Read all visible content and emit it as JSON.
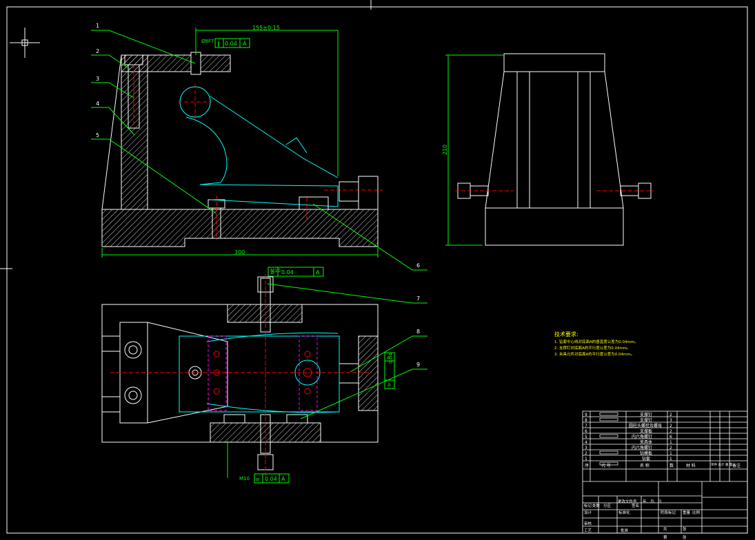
{
  "colors": {
    "background": "#000000",
    "outline": "#ffffff",
    "dimension": "#00ff00",
    "center_line": "#ff0000",
    "workpiece": "#00ffff",
    "hidden": "#ff00ff",
    "notes": "#ffff00"
  },
  "front_view": {
    "dim_length": "300",
    "dim_overall": "155±0.15",
    "fit": "Ø8F7",
    "tolerance_frame": {
      "symbol": "∥",
      "value": "0.04",
      "datum": "A"
    }
  },
  "side_view": {
    "dim_height": "210"
  },
  "top_view": {
    "thread_top": "M10",
    "thread_bottom": "M10",
    "frame_top": {
      "symbol": "⌀",
      "value": "0.04",
      "datum": "A"
    },
    "frame_bottom": {
      "symbol": "⌀",
      "value": "0.04",
      "datum": "A"
    },
    "frame_right": {
      "symbol": "⌀",
      "value": "0.04",
      "datum": "A"
    }
  },
  "balloons": [
    {
      "label": "1"
    },
    {
      "label": "2"
    },
    {
      "label": "3"
    },
    {
      "label": "4"
    },
    {
      "label": "5"
    },
    {
      "label": "6"
    },
    {
      "label": "7"
    },
    {
      "label": "8"
    },
    {
      "label": "9"
    }
  ],
  "technical_requirements": {
    "title": "技术要求:",
    "lines": [
      "1. 钻套中心线对底面A的垂直度公差为0.04mm。",
      "2. 支撑钉对底面A的平行度公差为0.04mm。",
      "3. 夹具元件对底面A的平行度公差为0.04mm。"
    ]
  },
  "bom": {
    "rows": [
      {
        "no": "9",
        "name": "支撑钉",
        "qty": "2"
      },
      {
        "no": "8",
        "name": "支撑钉",
        "qty": "3"
      },
      {
        "no": "7",
        "name": "圆柱头螺栓及螺母",
        "qty": "2"
      },
      {
        "no": "6",
        "name": "支撑板",
        "qty": "2"
      },
      {
        "no": "5",
        "name": "内六角螺钉",
        "qty": "6"
      },
      {
        "no": "4",
        "name": "夹具体",
        "qty": "1"
      },
      {
        "no": "3",
        "name": "内六角螺钉",
        "qty": "2"
      },
      {
        "no": "2",
        "name": "钻模板",
        "qty": "1"
      },
      {
        "no": "1",
        "name": "钻套",
        "qty": "1"
      }
    ],
    "header": {
      "no": "序",
      "code": "代 号",
      "name": "名 称",
      "qty": "数",
      "material": "材 料",
      "weight": "单件 总计 重 量",
      "remark": "备注"
    }
  },
  "title_block": {
    "labels": [
      "标记",
      "处数",
      "分区",
      "更改文件号",
      "签名",
      "年、月、日",
      "设计",
      "标准化",
      "阶段标记",
      "重量",
      "比例",
      "审核",
      "工艺",
      "批准",
      "共",
      "张",
      "第",
      "张"
    ]
  }
}
